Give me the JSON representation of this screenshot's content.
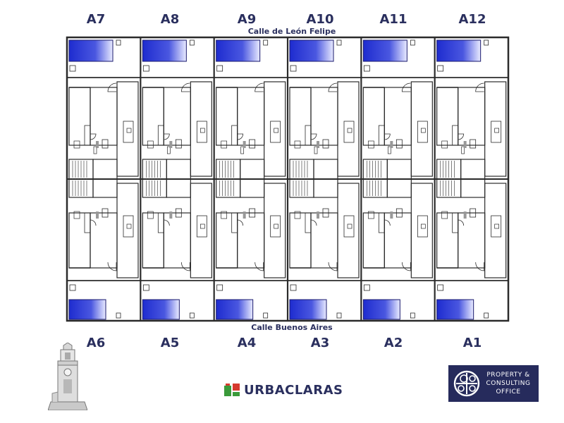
{
  "units_top": [
    "A7",
    "A8",
    "A9",
    "A10",
    "A11",
    "A12"
  ],
  "units_bottom": [
    "A6",
    "A5",
    "A4",
    "A3",
    "A2",
    "A1"
  ],
  "street_top": "Calle de León Felipe",
  "street_bottom": "Calle Buenos Aires",
  "brand": {
    "urbaclaras": "URBACLARAS",
    "pco_line1": "PROPERTY &",
    "pco_line2": "CONSULTING",
    "pco_line3": "OFFICE"
  },
  "colors": {
    "pool": "#1f2fd6",
    "wall": "#2b2b2b",
    "text": "#2a2f5e",
    "pco_bg": "#262b5c",
    "urba_green": "#3a9a3a",
    "urba_red": "#d63a2f"
  }
}
